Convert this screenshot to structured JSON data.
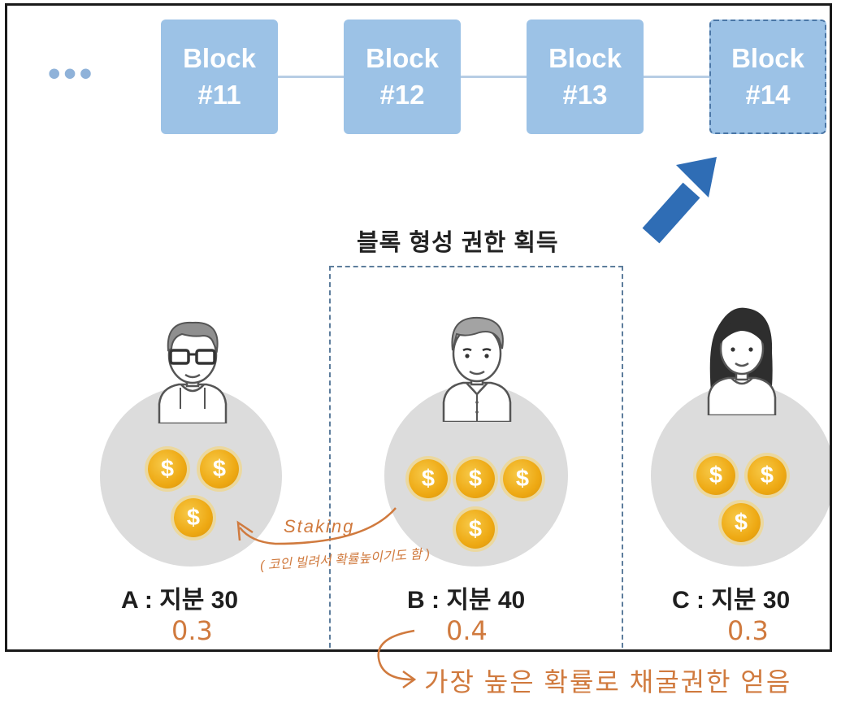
{
  "ellipsis": "•••",
  "blocks": [
    {
      "line1": "Block",
      "line2": "#11"
    },
    {
      "line1": "Block",
      "line2": "#12"
    },
    {
      "line1": "Block",
      "line2": "#13"
    },
    {
      "line1": "Block",
      "line2": "#14"
    }
  ],
  "title": "블록 형성 권한 획득",
  "validators": [
    {
      "label": "A : 지분 30",
      "ratio": "0.3",
      "coins": 3
    },
    {
      "label": "B : 지분 40",
      "ratio": "0.4",
      "coins": 4
    },
    {
      "label": "C : 지분 30",
      "ratio": "0.3",
      "coins": 3
    }
  ],
  "coin_symbol": "$",
  "annotations": {
    "staking": "Staking",
    "staking_note": "( 코인 빌려서 확률높이기도 함 )",
    "bottom": "가장 높은 확률로 채굴권한 얻음"
  },
  "colors": {
    "block": "#9cc2e6",
    "arrow": "#2f6db5",
    "handwriting": "#d07a3e",
    "coin": "#eea913"
  }
}
